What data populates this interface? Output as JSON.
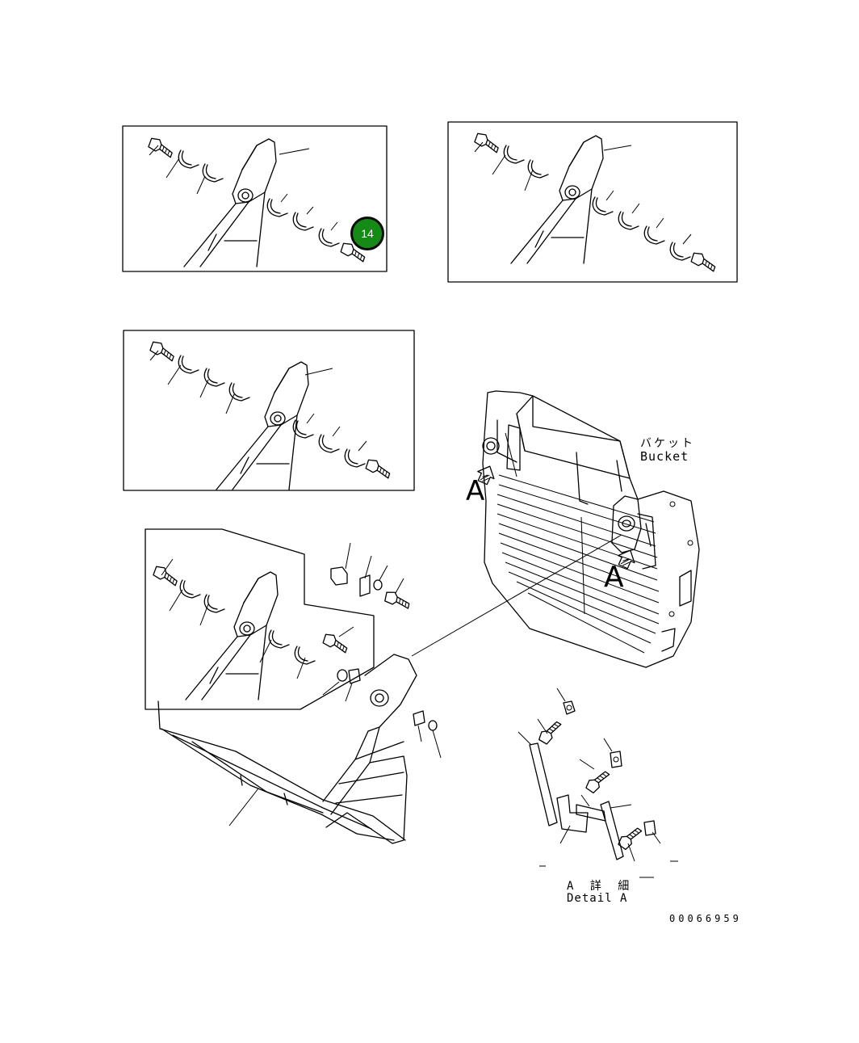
{
  "labels": {
    "bucket_jp": "バケット",
    "bucket_en": "Bucket",
    "view_letter": "A",
    "detail_jp": "A 詳 細",
    "detail_en": "Detail A",
    "drawing_number": "00066959"
  },
  "callouts": [
    {
      "number": "14",
      "color": "#168a16"
    }
  ],
  "icons": [
    "view-arrow-icon"
  ]
}
